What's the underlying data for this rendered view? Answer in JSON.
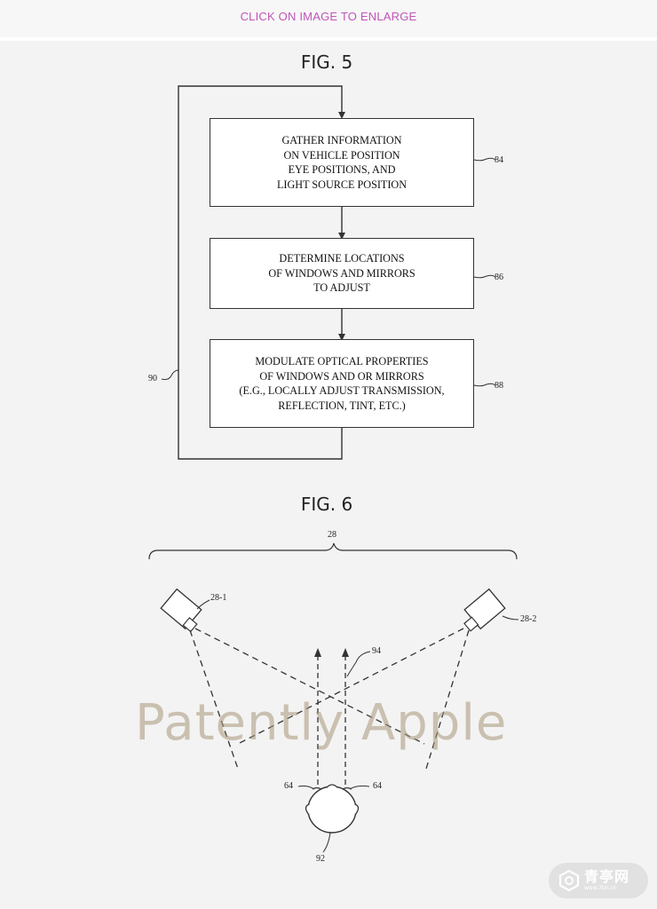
{
  "header": {
    "enlarge_label": "CLICK ON IMAGE TO ENLARGE"
  },
  "figure5": {
    "title": "FIG. 5",
    "boxes": [
      {
        "text": "GATHER INFORMATION\nON VEHICLE POSITION\nEYE POSITIONS, AND\nLIGHT SOURCE POSITION",
        "ref": "84"
      },
      {
        "text": "DETERMINE LOCATIONS\nOF WINDOWS AND MIRRORS\nTO ADJUST",
        "ref": "86"
      },
      {
        "text": "MODULATE OPTICAL PROPERTIES\nOF WINDOWS AND OR MIRRORS\n(E.G., LOCALLY ADJUST TRANSMISSION,\nREFLECTION, TINT, ETC.)",
        "ref": "88"
      }
    ],
    "loop_ref": "90"
  },
  "figure6": {
    "title": "FIG. 6",
    "group_ref": "28",
    "camera_left_ref": "28-1",
    "camera_right_ref": "28-2",
    "gaze_ref": "94",
    "eye_left_ref": "64",
    "eye_right_ref": "64",
    "head_ref": "92"
  },
  "watermark": "Patently Apple",
  "logo": {
    "text": "青亭网",
    "subtext": "www.7tin.cn"
  }
}
